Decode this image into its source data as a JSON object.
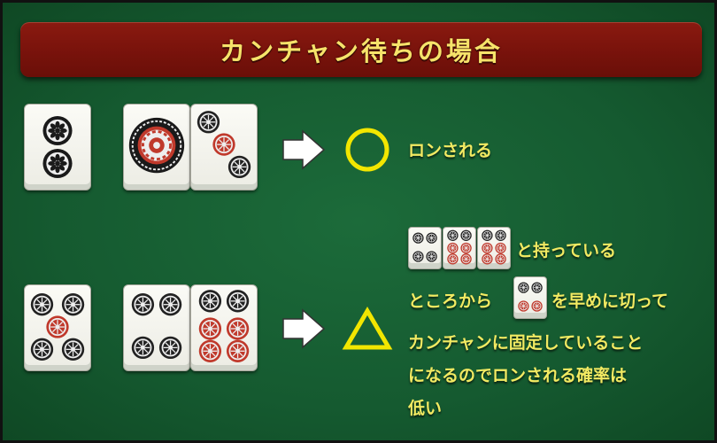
{
  "title": "カンチャン待ちの場合",
  "row1": {
    "hand_tiles": [
      "2-pin",
      "1-pin",
      "3-pin"
    ],
    "result_symbol": "circle",
    "result_text": "ロンされる"
  },
  "row2": {
    "hand_tiles": [
      "5-pin",
      "4-pin",
      "6-pin"
    ],
    "result_symbol": "triangle",
    "inline_tiles": [
      "4-pin",
      "6-pin",
      "6-pin"
    ],
    "line1_suffix": "と持っている",
    "line2_prefix": "ところから",
    "line2_suffix": "を早めに切って",
    "line3": "カンチャンに固定していること",
    "line4": "になるのでロンされる確率は",
    "line5": "低い"
  },
  "colors": {
    "felt": "#155a30",
    "banner": "#7a130c",
    "text": "#f2ea62",
    "symbol": "#f2e600",
    "pin_red": "#c0392b",
    "pin_black": "#222222"
  }
}
